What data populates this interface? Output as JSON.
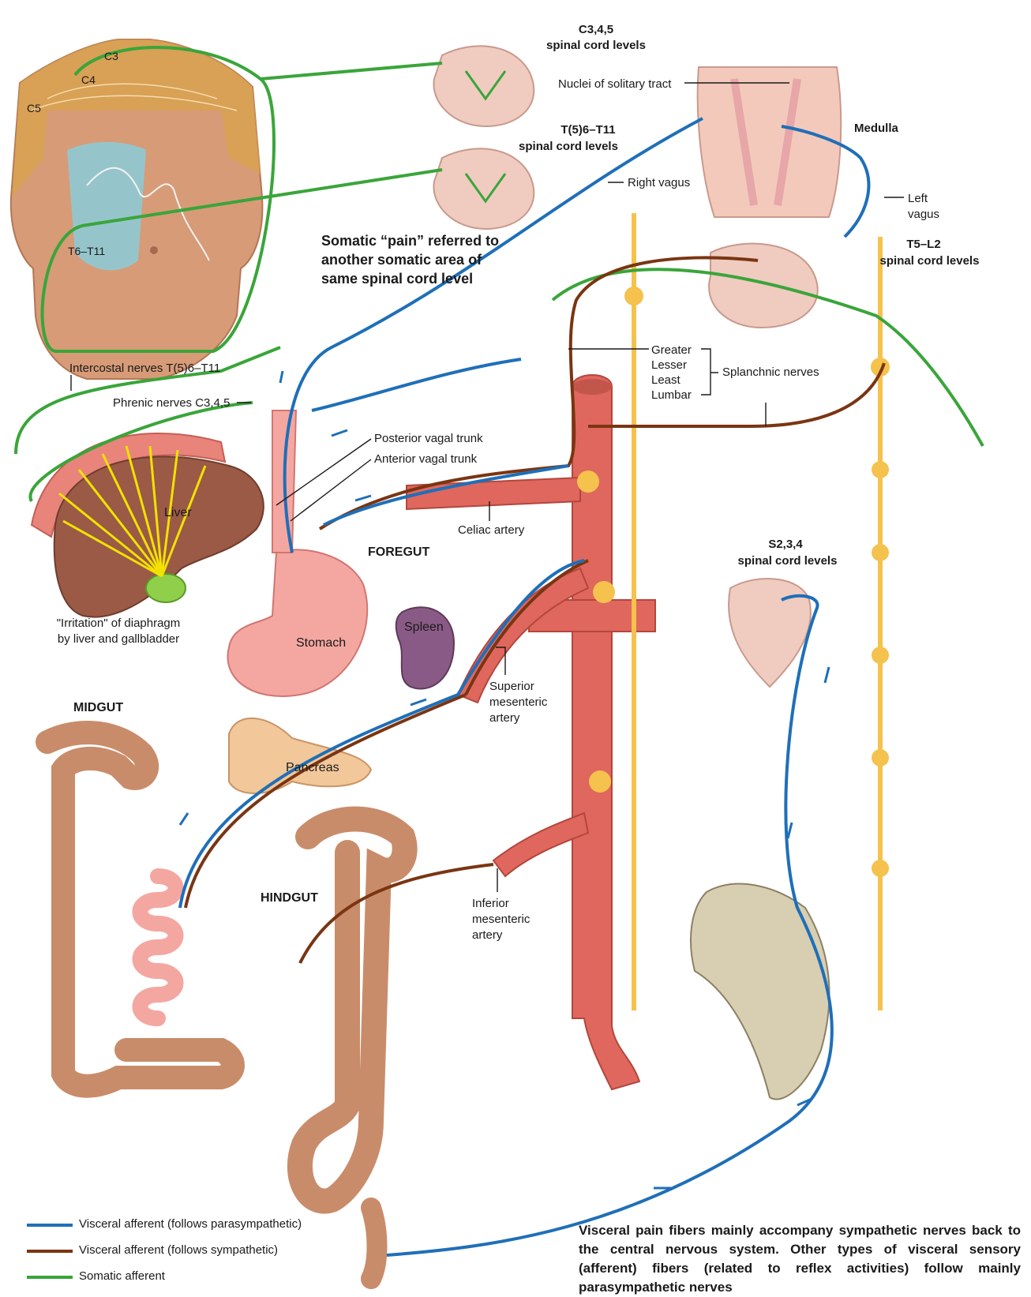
{
  "colors": {
    "visceral_parasympathetic": "#1f6fb8",
    "visceral_sympathetic": "#7a3512",
    "somatic": "#3aa53a",
    "nerve": "#f4c24d",
    "artery": "#e0675d",
    "organ_skin": "#c98c6a",
    "liver": "#9b5a45",
    "spleen": "#8a5a86",
    "pain_arrows": "#f2e200"
  },
  "labels": {
    "c345": "C3,4,5",
    "c345_levels": "spinal cord levels",
    "nuclei_solitary": "Nuclei of solitary tract",
    "t611": "T(5)6–T11",
    "t611_levels": "spinal cord levels",
    "medulla": "Medulla",
    "right_vagus": "Right vagus",
    "left_vagus_1": "Left",
    "left_vagus_2": "vagus",
    "t5l2": "T5–L2",
    "t5l2_levels": "spinal cord levels",
    "somatic_pain_1": "Somatic “pain” referred to",
    "somatic_pain_2": "another somatic area of",
    "somatic_pain_3": "same spinal cord level",
    "dermatome_c3": "C3",
    "dermatome_c4": "C4",
    "dermatome_c5": "C5",
    "dermatome_t6t11": "T6–T11",
    "intercostal": "Intercostal nerves T(5)6–T11",
    "phrenic": "Phrenic nerves C3,4,5",
    "greater": "Greater",
    "lesser": "Lesser",
    "least": "Least",
    "lumbar": "Lumbar",
    "splanchnic": "Splanchnic nerves",
    "posterior_vagal": "Posterior vagal trunk",
    "anterior_vagal": "Anterior vagal trunk",
    "liver": "Liver",
    "celiac": "Celiac artery",
    "foregut": "FOREGUT",
    "s234": "S2,3,4",
    "s234_levels": "spinal cord levels",
    "irritation_1": "\"Irritation\" of diaphragm",
    "irritation_2": "by liver and gallbladder",
    "stomach": "Stomach",
    "spleen": "Spleen",
    "sma_1": "Superior",
    "sma_2": "mesenteric",
    "sma_3": "artery",
    "midgut": "MIDGUT",
    "pancreas": "Pancreas",
    "hindgut": "HINDGUT",
    "ima_1": "Inferior",
    "ima_2": "mesenteric",
    "ima_3": "artery"
  },
  "legend": [
    {
      "label": "Visceral afferent (follows parasympathetic)",
      "color": "#1f6fb8"
    },
    {
      "label": "Visceral afferent (follows sympathetic)",
      "color": "#7a3512"
    },
    {
      "label": "Somatic afferent",
      "color": "#3aa53a"
    }
  ],
  "note": "Visceral pain fibers mainly accompany sympathetic nerves back to the central nervous system. Other types of visceral sensory (afferent) fibers (related to reflex activities) follow mainly parasympathetic nerves"
}
